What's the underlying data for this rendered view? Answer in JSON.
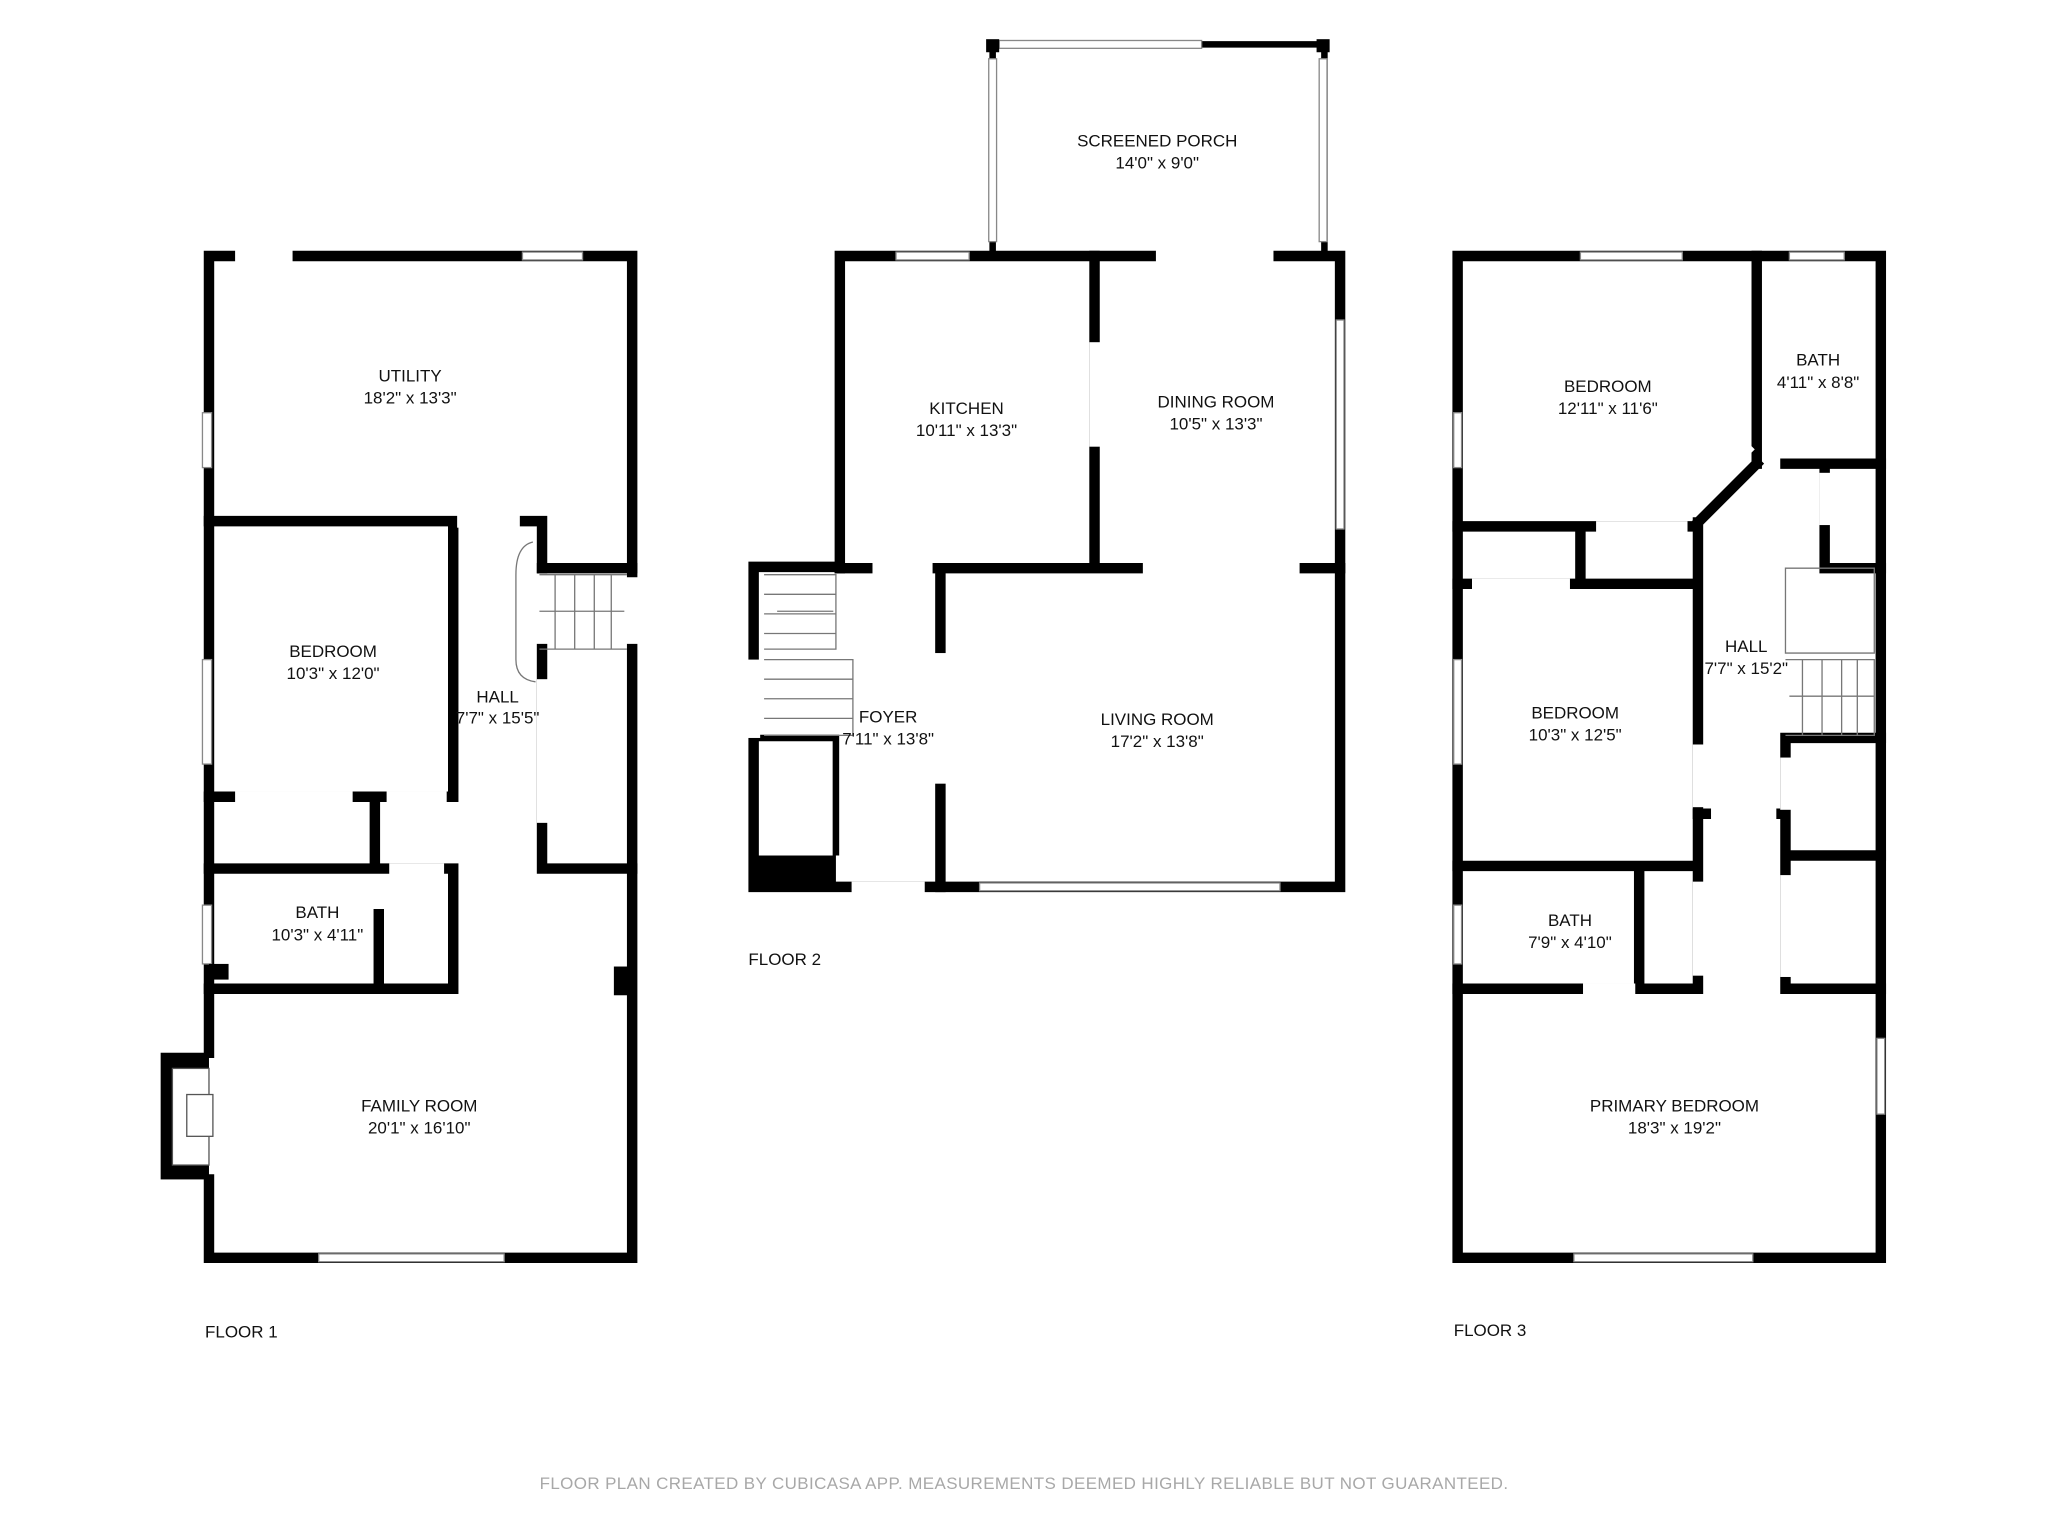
{
  "floors": [
    {
      "label": "FLOOR 1",
      "rooms": [
        {
          "name": "UTILITY",
          "size": "18'2\" x 13'3\""
        },
        {
          "name": "BEDROOM",
          "size": "10'3\" x 12'0\""
        },
        {
          "name": "HALL",
          "size": "7'7\" x 15'5\""
        },
        {
          "name": "BATH",
          "size": "10'3\" x 4'11\""
        },
        {
          "name": "FAMILY ROOM",
          "size": "20'1\" x 16'10\""
        }
      ]
    },
    {
      "label": "FLOOR 2",
      "rooms": [
        {
          "name": "SCREENED PORCH",
          "size": "14'0\" x 9'0\""
        },
        {
          "name": "KITCHEN",
          "size": "10'11\" x 13'3\""
        },
        {
          "name": "DINING ROOM",
          "size": "10'5\" x 13'3\""
        },
        {
          "name": "FOYER",
          "size": "7'11\" x 13'8\""
        },
        {
          "name": "LIVING ROOM",
          "size": "17'2\" x 13'8\""
        }
      ]
    },
    {
      "label": "FLOOR 3",
      "rooms": [
        {
          "name": "BEDROOM",
          "size": "12'11\" x 11'6\""
        },
        {
          "name": "BATH",
          "size": "4'11\" x 8'8\""
        },
        {
          "name": "HALL",
          "size": "7'7\" x 15'2\""
        },
        {
          "name": "BEDROOM",
          "size": "10'3\" x 12'5\""
        },
        {
          "name": "BATH",
          "size": "7'9\" x 4'10\""
        },
        {
          "name": "PRIMARY BEDROOM",
          "size": "18'3\" x 19'2\""
        }
      ]
    }
  ],
  "footer": "FLOOR PLAN CREATED BY CUBICASA APP. MEASUREMENTS DEEMED HIGHLY RELIABLE BUT NOT GUARANTEED."
}
